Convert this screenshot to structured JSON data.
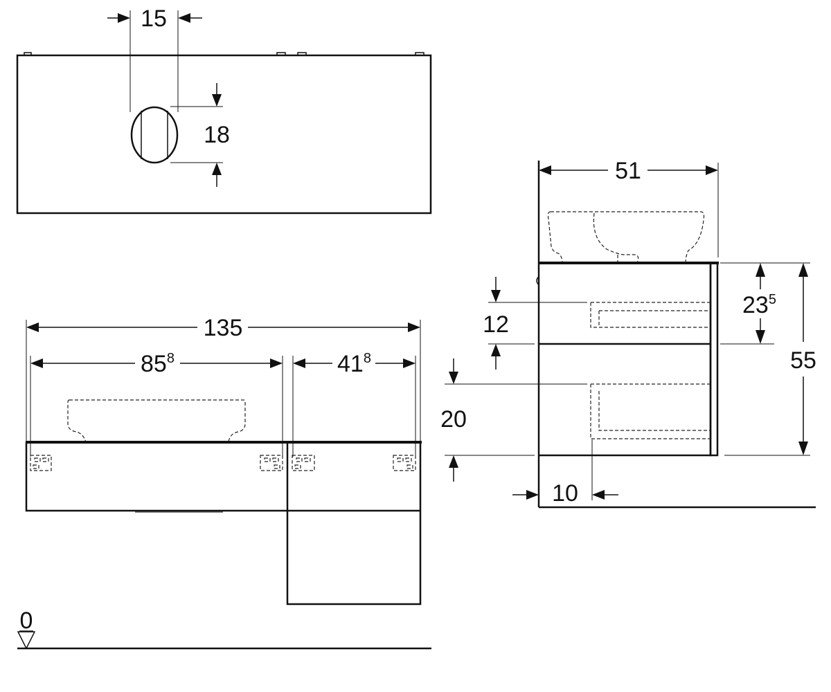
{
  "top_view": {
    "hole_width": "15",
    "hole_height": "18"
  },
  "front_view": {
    "total_width": "135",
    "left_width_main": "85",
    "left_width_sup": "8",
    "right_width_main": "41",
    "right_width_sup": "8",
    "drawer_offset": "20",
    "floor_level": "0"
  },
  "side_view": {
    "depth": "51",
    "upper_drawer_main": "23",
    "upper_drawer_sup": "5",
    "height": "55",
    "drawer_gap": "12",
    "back_offset": "10"
  }
}
